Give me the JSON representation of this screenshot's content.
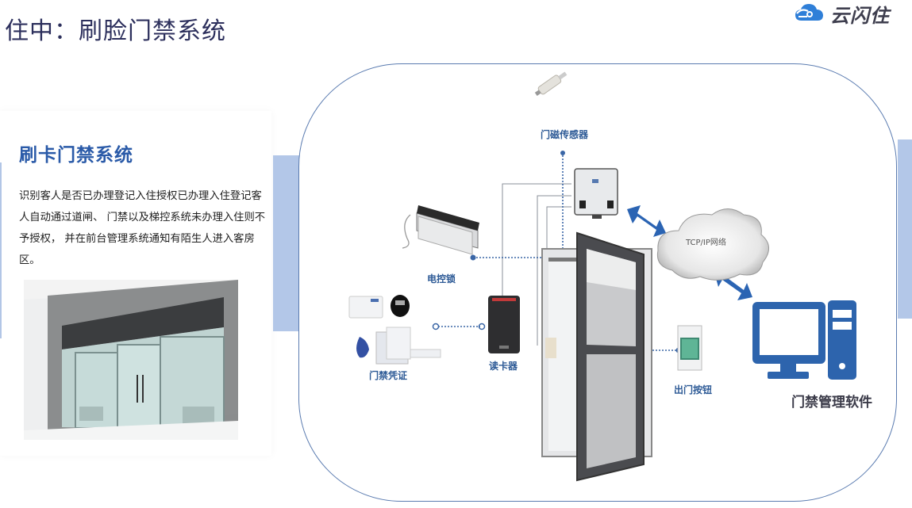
{
  "header": {
    "title": "住中：刷脸门禁系统",
    "logo_text": "云闪住"
  },
  "section": {
    "title": "刷卡门禁系统",
    "body": "识别客人是否已办理登记入住授权已办理入住登记客人自动通过道闸、 门禁以及梯控系统未办理入住则不予授权， 并在前台管理系统通知有陌生人进入客房区。"
  },
  "diagram": {
    "labels": {
      "door_sensor": "门磁传感器",
      "electric_lock": "电控锁",
      "credentials": "门禁凭证",
      "card_reader": "读卡器",
      "exit_button": "出门按钮",
      "network": "TCP/IP网络",
      "software": "门禁管理软件"
    }
  },
  "colors": {
    "accent_blue": "#2a5aa8",
    "band": "#b3c7e8",
    "frame_border": "#5a7bb0",
    "arrow_blue": "#2b64b3"
  }
}
